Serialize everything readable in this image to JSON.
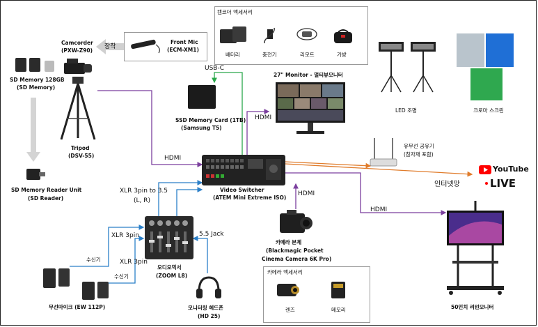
{
  "camcorder": {
    "name": "Camcorder",
    "model": "(PXW-Z90)"
  },
  "sd_memory": {
    "name": "SD Memory 128GB",
    "model": "(SD Memory)"
  },
  "front_mic": {
    "name": "Front Mic",
    "model": "(ECM-XM1)",
    "mount_label": "장착"
  },
  "camcorder_accessories": {
    "title": "캠코더 액세서리",
    "items": [
      "배터리",
      "충전기",
      "리모트",
      "가방"
    ]
  },
  "usb_c_label": "USB-C",
  "ssd": {
    "name": "SSD Memory Card (1TB)",
    "model": "(Samsung T5)"
  },
  "monitor27": {
    "name": "27\" Monitor - 멀티뷰모니터"
  },
  "led": {
    "name": "LED 조명"
  },
  "chroma": {
    "name": "크로마 스크린"
  },
  "tripod": {
    "name": "Tripod",
    "model": "(DSV-55)"
  },
  "sd_reader": {
    "name": "SD Memory Reader Unit",
    "model": "(SD Reader)"
  },
  "links": {
    "hdmi_tripod_switcher": "HDMI",
    "hdmi_switcher_monitor": "HDMI",
    "hdmi_camera": "HDMI",
    "hdmi_tv": "HDMI",
    "xlr_35": "XLR 3pin to 3.5",
    "xlr_35_sub": "(L, R)",
    "xlr_top": "XLR 3pin",
    "xlr_bottom": "XLR 3pin",
    "jack": "5.5 Jack",
    "rx1": "수신기",
    "rx2": "수신기"
  },
  "switcher": {
    "name": "Video Switcher",
    "model": "(ATEM Mini Extreme ISO)"
  },
  "router": {
    "name": "유무선 공유기",
    "model": "(참자재 포함)"
  },
  "internet_label": "인터넷망",
  "youtube": {
    "brand": "YouTube",
    "live": "LIVE"
  },
  "camera_body": {
    "name": "카메라 본체",
    "model1": "(Blackmagic Pocket",
    "model2": "Cinema Camera 6K Pro)"
  },
  "camera_accessories": {
    "title": "카메라 액세서리",
    "items": [
      "렌즈",
      "메모리"
    ]
  },
  "mixer": {
    "name": "오디오믹서",
    "model": "(ZOOM L8)"
  },
  "headphone": {
    "name": "모니터링 헤드폰",
    "model": "(HD 25)"
  },
  "wireless_mic": {
    "name": "무선마이크 (EW 112P)"
  },
  "tv": {
    "name": "50인치 리턴모니터"
  },
  "colors": {
    "purple": "#7b3f9e",
    "green": "#2aa84a",
    "blue": "#2a7fc8",
    "orange": "#e07b2a",
    "gray_arrow": "#cfcfcf",
    "youtube_red": "#ff0000"
  }
}
